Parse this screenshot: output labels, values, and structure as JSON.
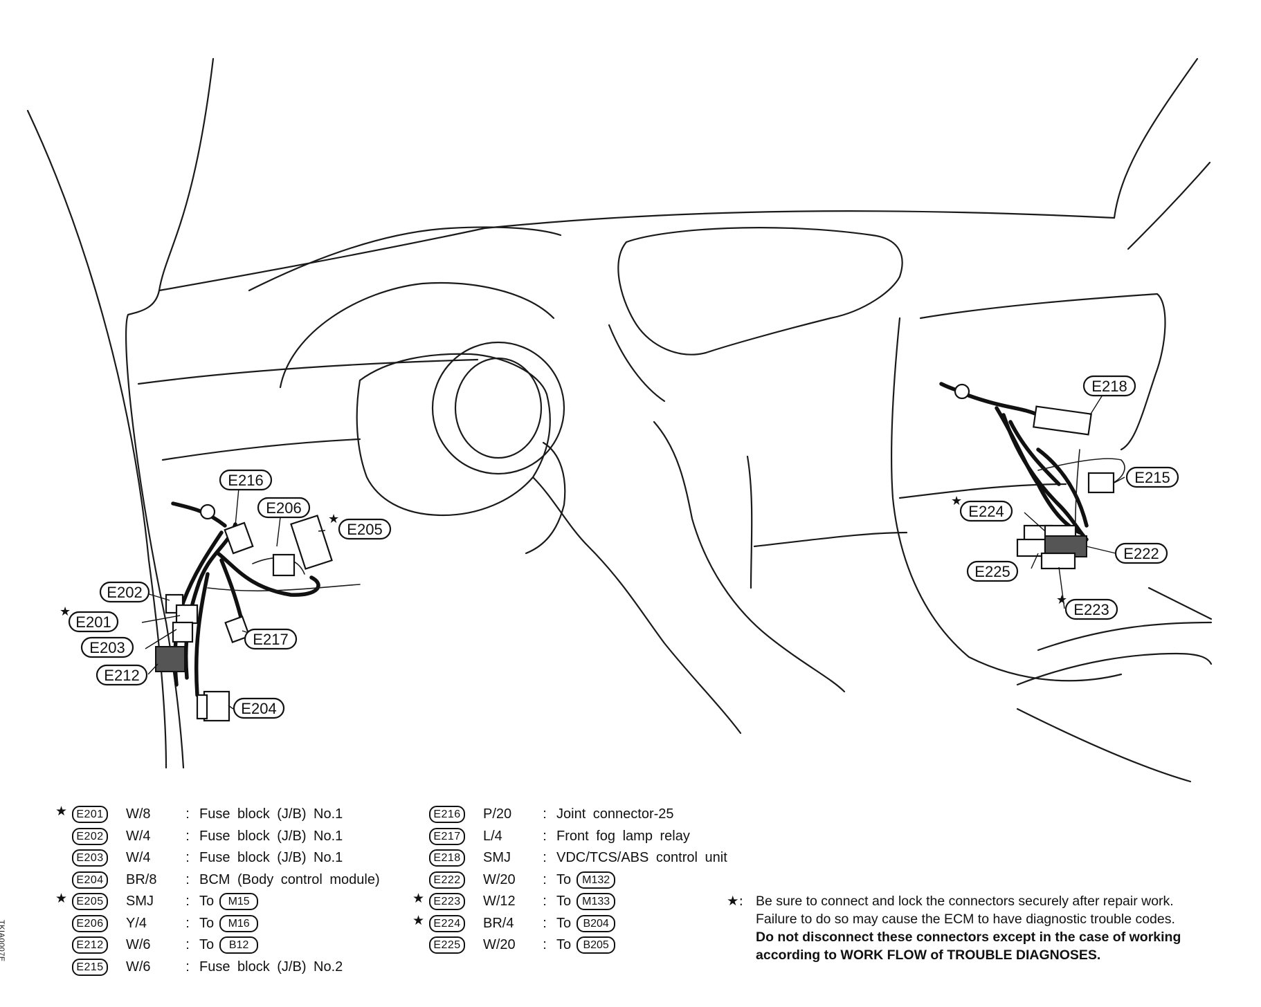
{
  "diagram_callouts": [
    {
      "code": "E216",
      "starred": false
    },
    {
      "code": "E206",
      "starred": false
    },
    {
      "code": "E205",
      "starred": true
    },
    {
      "code": "E202",
      "starred": false
    },
    {
      "code": "E201",
      "starred": true
    },
    {
      "code": "E203",
      "starred": false
    },
    {
      "code": "E217",
      "starred": false
    },
    {
      "code": "E212",
      "starred": false
    },
    {
      "code": "E204",
      "starred": false
    },
    {
      "code": "E218",
      "starred": false
    },
    {
      "code": "E215",
      "starred": false
    },
    {
      "code": "E224",
      "starred": true
    },
    {
      "code": "E222",
      "starred": false
    },
    {
      "code": "E225",
      "starred": false
    },
    {
      "code": "E223",
      "starred": true
    }
  ],
  "legend": {
    "star_symbol": "★",
    "left": [
      {
        "code": "E201",
        "starred": true,
        "wire": "W/8",
        "desc": "Fuse block (J/B) No.1",
        "ref": ""
      },
      {
        "code": "E202",
        "starred": false,
        "wire": "W/4",
        "desc": "Fuse block (J/B) No.1",
        "ref": ""
      },
      {
        "code": "E203",
        "starred": false,
        "wire": "W/4",
        "desc": "Fuse block (J/B) No.1",
        "ref": ""
      },
      {
        "code": "E204",
        "starred": false,
        "wire": "BR/8",
        "desc": "BCM (Body control module)",
        "ref": ""
      },
      {
        "code": "E205",
        "starred": true,
        "wire": "SMJ",
        "desc": "To",
        "ref": "M15"
      },
      {
        "code": "E206",
        "starred": false,
        "wire": "Y/4",
        "desc": "To",
        "ref": "M16"
      },
      {
        "code": "E212",
        "starred": false,
        "wire": "W/6",
        "desc": "To",
        "ref": "B12"
      },
      {
        "code": "E215",
        "starred": false,
        "wire": "W/6",
        "desc": "Fuse block (J/B) No.2",
        "ref": ""
      }
    ],
    "right": [
      {
        "code": "E216",
        "starred": false,
        "wire": "P/20",
        "desc": "Joint connector-25",
        "ref": ""
      },
      {
        "code": "E217",
        "starred": false,
        "wire": "L/4",
        "desc": "Front fog lamp relay",
        "ref": ""
      },
      {
        "code": "E218",
        "starred": false,
        "wire": "SMJ",
        "desc": "VDC/TCS/ABS control unit",
        "ref": ""
      },
      {
        "code": "E222",
        "starred": false,
        "wire": "W/20",
        "desc": "To",
        "ref": "M132"
      },
      {
        "code": "E223",
        "starred": true,
        "wire": "W/12",
        "desc": "To",
        "ref": "M133"
      },
      {
        "code": "E224",
        "starred": true,
        "wire": "BR/4",
        "desc": "To",
        "ref": "B204"
      },
      {
        "code": "E225",
        "starred": false,
        "wire": "W/20",
        "desc": "To",
        "ref": "B205"
      }
    ]
  },
  "note": {
    "star": "★:",
    "line1": "Be sure to connect and lock the connectors securely after repair work.",
    "line2": "Failure to do so may cause the ECM to have diagnostic trouble codes.",
    "line3": "Do not disconnect these connectors except in the case of working",
    "line4": "according to WORK FLOW of TROUBLE DIAGNOSES."
  },
  "figure_code": "TKIA0007E"
}
